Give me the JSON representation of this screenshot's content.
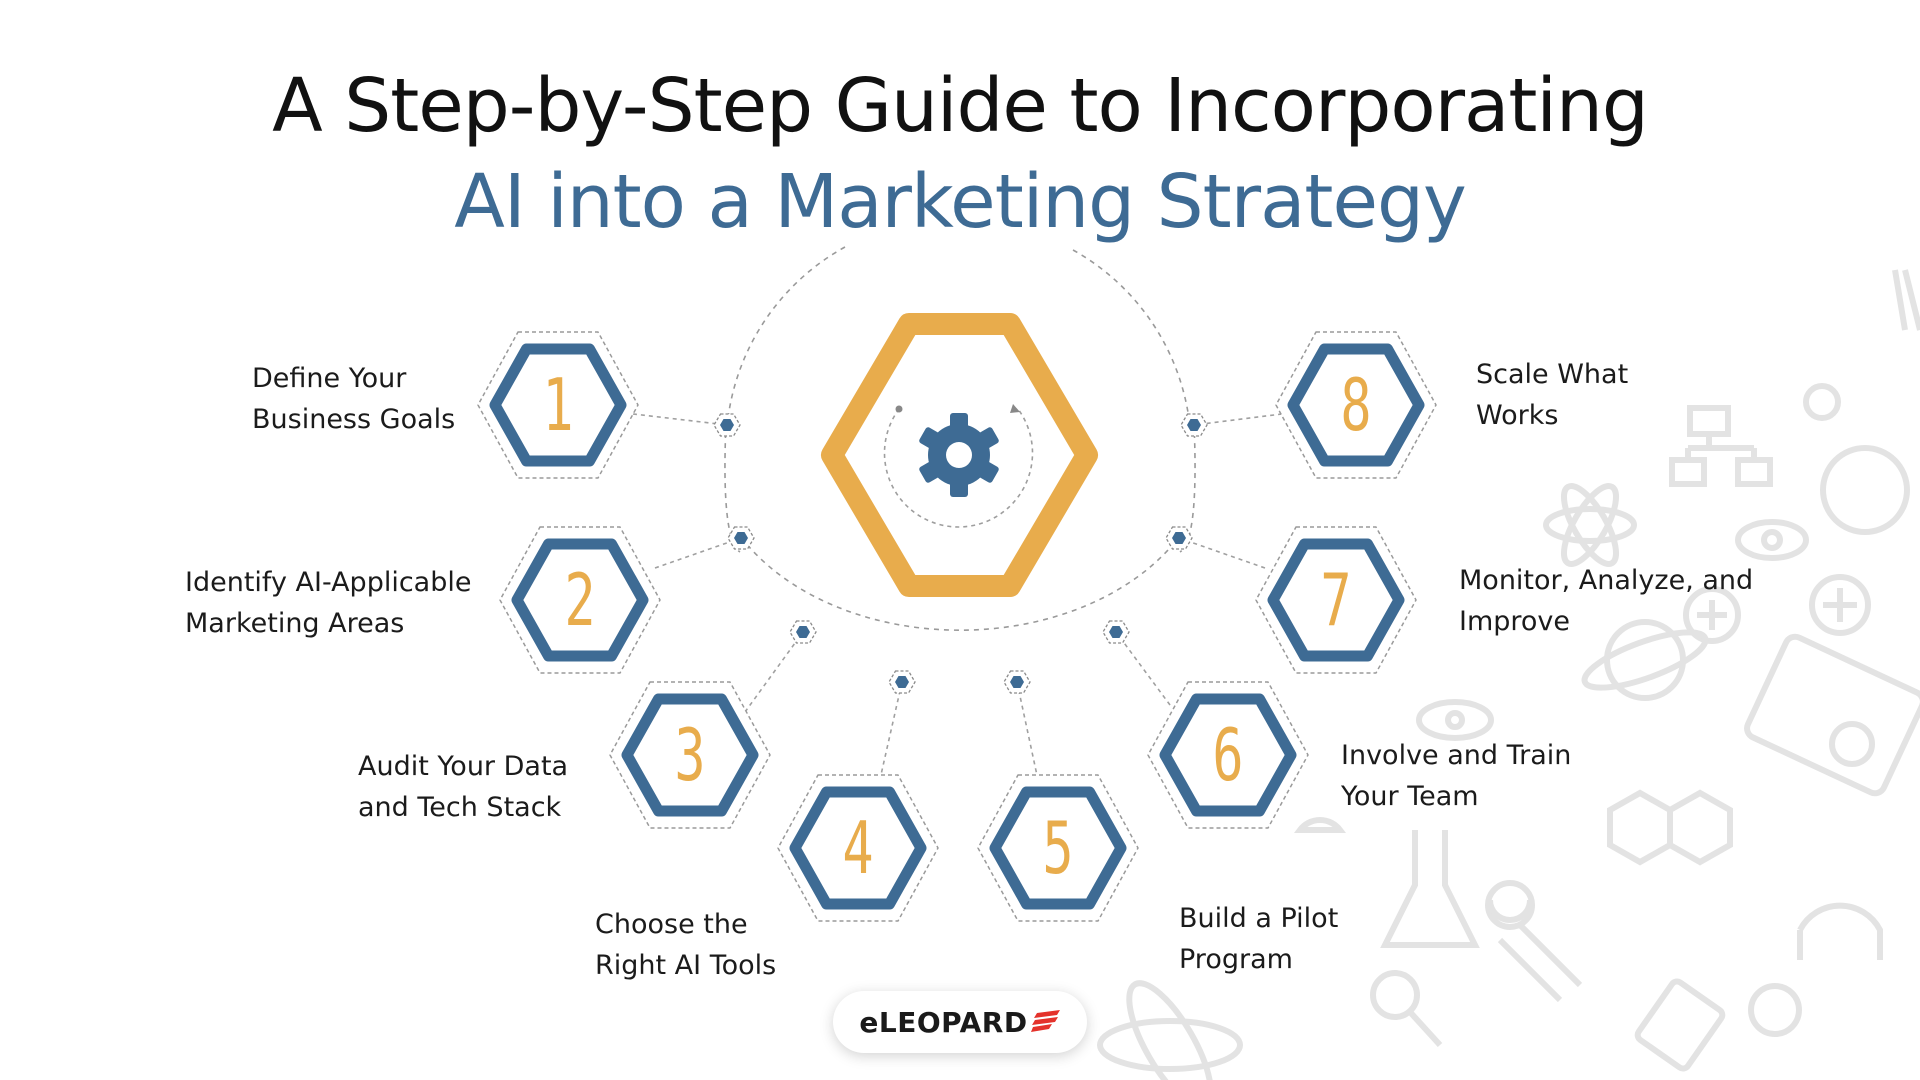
{
  "title": {
    "line1": "A Step-by-Step Guide to Incorporating",
    "line2": "AI into a Marketing Strategy"
  },
  "colors": {
    "primary_blue": "#3e6b94",
    "accent_orange": "#e8ac4c",
    "title_dark": "#111111",
    "brand_red": "#e4322b"
  },
  "center_icon": "gear-icon",
  "steps": [
    {
      "number": "1",
      "line1": "Define Your",
      "line2": "Business Goals"
    },
    {
      "number": "2",
      "line1": "Identify AI-Applicable",
      "line2": "Marketing Areas"
    },
    {
      "number": "3",
      "line1": "Audit Your Data",
      "line2": "and Tech Stack"
    },
    {
      "number": "4",
      "line1": "Choose the",
      "line2": "Right AI Tools"
    },
    {
      "number": "5",
      "line1": "Build a Pilot",
      "line2": "Program"
    },
    {
      "number": "6",
      "line1": "Involve and Train",
      "line2": "Your Team"
    },
    {
      "number": "7",
      "line1": "Monitor, Analyze, and",
      "line2": "Improve"
    },
    {
      "number": "8",
      "line1": "Scale What",
      "line2": "Works"
    }
  ],
  "brand": {
    "name": "eLEOPARD",
    "icon": "speed-stripes-icon"
  }
}
